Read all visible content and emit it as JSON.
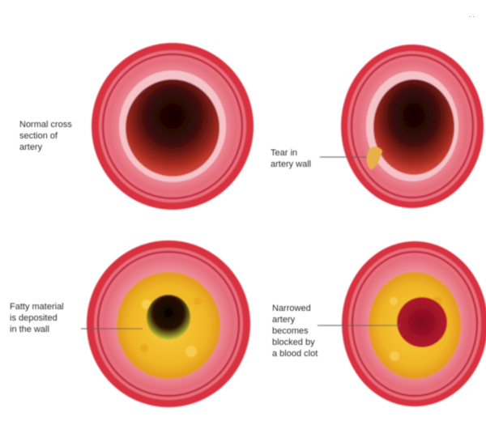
{
  "corner_text": "…",
  "panels": {
    "normal": {
      "label": "Normal cross\nsection of\nartery"
    },
    "tear": {
      "label": "Tear in\nartery wall"
    },
    "fatty": {
      "label": "Fatty material\nis deposited\nin the wall"
    },
    "narrowed": {
      "label": "Narrowed\nartery\nbecomes\nblocked by\na blood clot"
    }
  },
  "colors": {
    "outer_ring": "#d8323f",
    "ring_band": "#e8707e",
    "ring_pink": "#f3a9b3",
    "lumen_dark": "#1a0606",
    "lumen_red": "#c23a2d",
    "plaque": "#f1b524",
    "clot": "#9e1226",
    "tear": "#e8b04a"
  }
}
